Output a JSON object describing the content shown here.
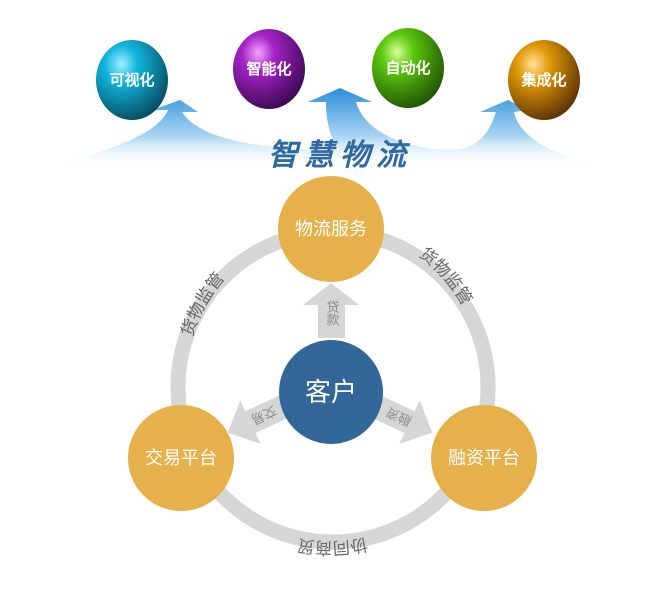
{
  "header": {
    "title": "智慧物流",
    "goals": [
      {
        "label": "可视化",
        "color": "#0fa5c8"
      },
      {
        "label": "智能化",
        "color": "#8a1fa8"
      },
      {
        "label": "自动化",
        "color": "#4fb10c"
      },
      {
        "label": "集成化",
        "color": "#d48a06"
      }
    ]
  },
  "diagram": {
    "center": {
      "label": "客户",
      "color": "#336699"
    },
    "nodes": {
      "top": "物流服务",
      "left": "交易平台",
      "right": "融资平台",
      "color": "#e6b04a"
    },
    "arrows": {
      "up": "贷款",
      "left": "交易",
      "right": "融资"
    },
    "ring_labels": {
      "left": "货物监管",
      "right": "货物监管",
      "bottom": "协同商贸"
    },
    "ring_color": "#d6d6d6"
  }
}
